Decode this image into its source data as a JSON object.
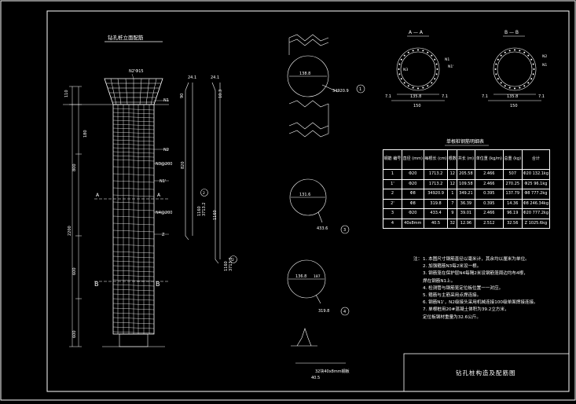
{
  "left": {
    "title": "钻孔桩立面配筋",
    "dims": [
      "110",
      "180",
      "800",
      "2200",
      "600",
      "600"
    ],
    "labels": {
      "n2_top": "N2'Φ15",
      "n1_top": "N1",
      "n2a": "N2",
      "n3": "N3@200",
      "n1p": "N1'",
      "n4": "N4@200",
      "a": "A",
      "b": "B",
      "n3_low": "N3",
      "z": "Z"
    }
  },
  "mid": {
    "labels": {
      "dim_top": "24.1",
      "d1": "90",
      "d2": "10.3",
      "d3": "820",
      "d4": "1160",
      "d5": "3713.2",
      "d6": "1160",
      "d7": "3713.2",
      "d8": "1",
      "d9": "2",
      "d10": "2"
    }
  },
  "rings": {
    "r1": {
      "dia": "138.8",
      "len": "34920.9",
      "no": "1"
    },
    "r2": {
      "dia": "131.6",
      "len": "433.6",
      "no": "3"
    },
    "r3": {
      "dia": "136.8",
      "angle": "187",
      "len": "319.8",
      "no": "4"
    },
    "bottom": {
      "label": "32块40x8mm钢板",
      "dim": "40.5"
    }
  },
  "sections": {
    "aa": {
      "title": "A — A",
      "n1": "N1",
      "n1p": "N1'",
      "n3": "N3",
      "d1": "135.8",
      "d2": "150",
      "d3": "7.1",
      "d4": "7.1"
    },
    "bb": {
      "title": "B — B",
      "n2": "N2",
      "n1": "N1",
      "d1": "135.8",
      "d2": "150",
      "d3": "7.1",
      "d4": "7.1"
    }
  },
  "table": {
    "title": "单根桩钢筋明细表",
    "headers": [
      "钢筋\n编号",
      "直径\n(mm)",
      "每根长\n(cm)",
      "根数",
      "共长\n(m)",
      "单位重\n(kg/m)",
      "总重\n(kg)",
      "合计"
    ],
    "rows": [
      [
        "1",
        "Φ20",
        "1713.2",
        "12",
        "205.58",
        "2.466",
        "507",
        "Φ20 132.1kg"
      ],
      [
        "1'",
        "Φ20",
        "1713.2",
        "12",
        "109.58",
        "2.466",
        "270.25",
        "Φ25 96.1kg"
      ],
      [
        "2",
        "Φ8",
        "34920.9",
        "1",
        "349.21",
        "0.395",
        "137.79",
        "Φ8 777.2kg"
      ],
      [
        "2'",
        "Φ8",
        "319.8",
        "7",
        "36.39",
        "0.395",
        "14.36",
        "Φ8 246.34kg"
      ],
      [
        "3",
        "Φ20",
        "433.4",
        "9",
        "39.01",
        "2.466",
        "96.19",
        "Φ20 777.2kg"
      ],
      [
        "4",
        "40x8mm",
        "40.5",
        "32",
        "12.96",
        "2.512",
        "32.56",
        "Z 1025.6kg"
      ]
    ]
  },
  "notes": {
    "lead": "注：",
    "items": [
      "1. 本图尺寸钢筋直径以毫米计，其余均以厘米为单位。",
      "2. 加强箍筋N3每2米设一根。",
      "3. 钢筋笼在保护层N4每隔2米设钢筋笼周边均布4根，",
      "   焊在钢筋N1上。",
      "4. 检测管与钢筋笼定位板位置一一对应。",
      "5. 箍筋与主筋采用点焊连接。",
      "6. 钢筋N1'，N2级接头采用机械连接100级单面焊接连接。",
      "7. 单根桩用20#混凝土体积为39.2立方米，",
      "   定位板钢材重量为32.6公斤。"
    ]
  },
  "title_block": {
    "title": "钻孔桩构造及配筋图"
  }
}
